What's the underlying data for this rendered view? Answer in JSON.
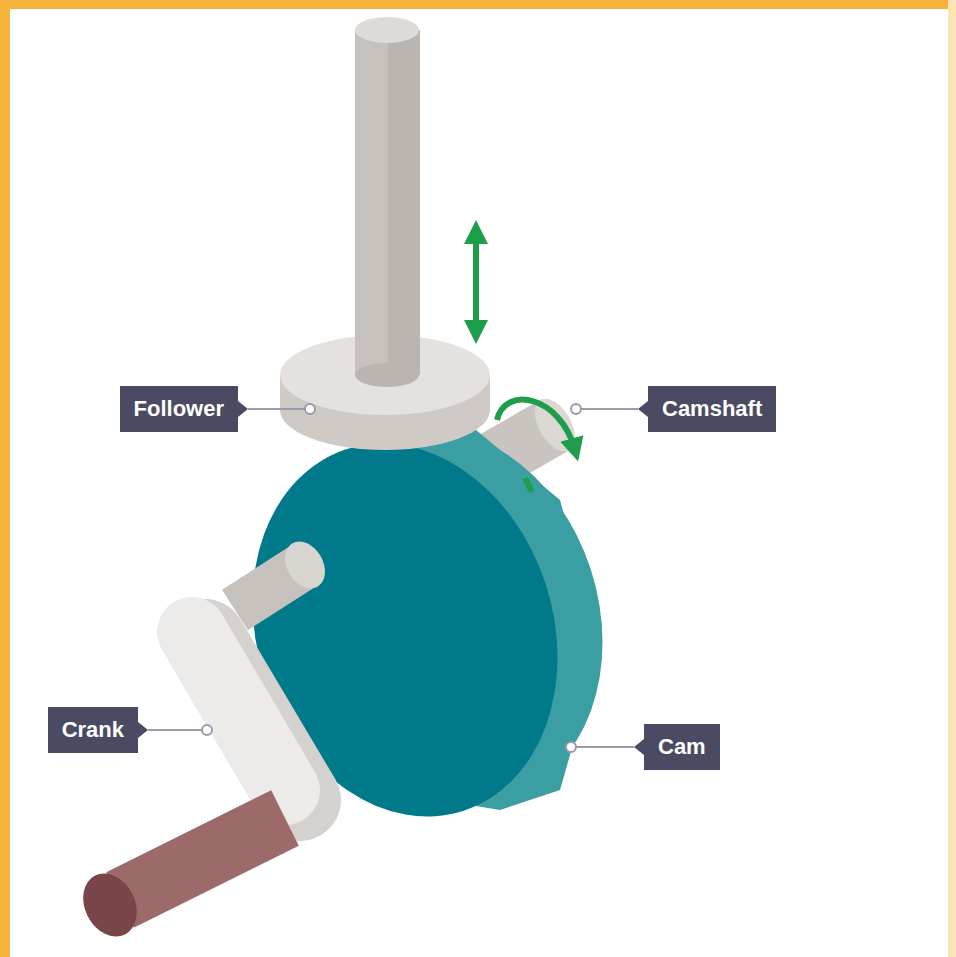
{
  "diagram": {
    "labels": [
      "Follower",
      "Camshaft",
      "Crank",
      "Cam"
    ]
  }
}
